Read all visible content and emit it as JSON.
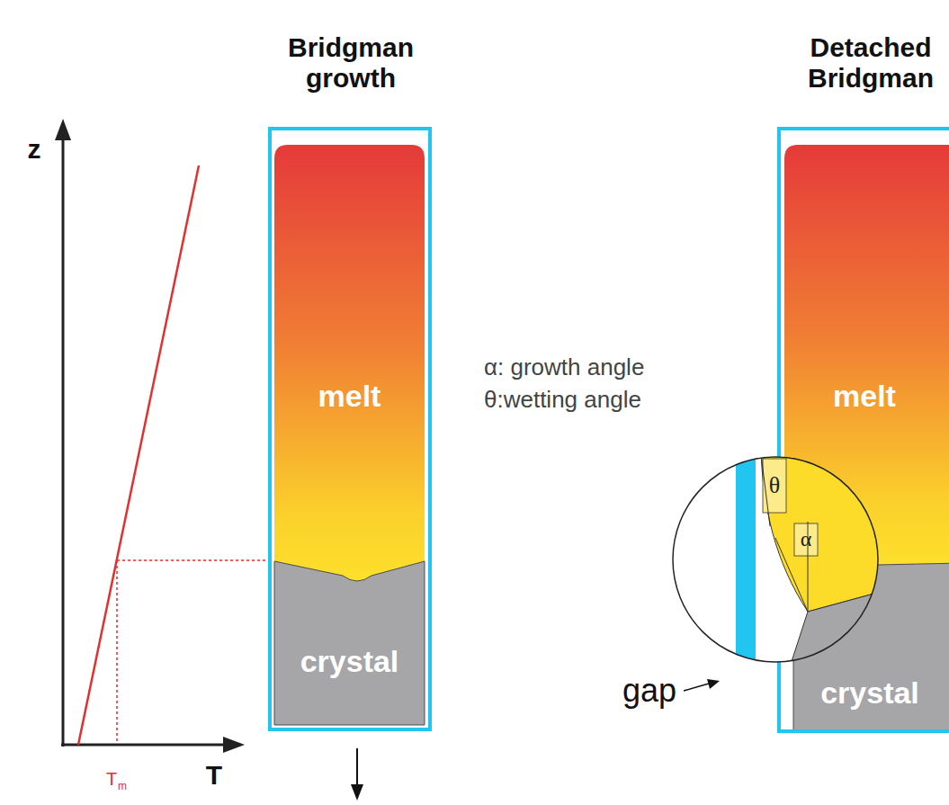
{
  "diagram": {
    "nodes": [
      {
        "text": [
          "melt"
        ]
      },
      {
        "text": [
          "crystal"
        ]
      },
      {
        "text": [
          "melt"
        ]
      },
      {
        "text": [
          "crystal"
        ]
      }
    ],
    "labels": [
      "z",
      "T",
      "T",
      "m",
      "Bridgman growth",
      "Detached Bridgman",
      "α: growth angle",
      "θ:wetting angle",
      "θ",
      "α",
      "gap"
    ]
  }
}
